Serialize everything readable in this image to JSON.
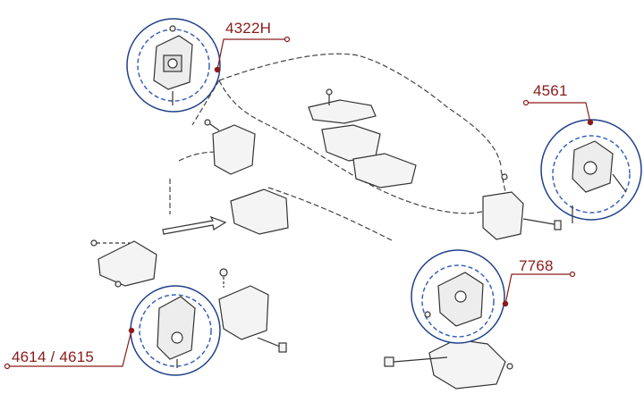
{
  "diagram": {
    "accent_color": "#8b1a1a",
    "circle_color": "#1f3f8a",
    "part_labels": {
      "top_left": "4322H",
      "right": "4561",
      "bottom_right": "7768",
      "bottom_left": "4614 / 4615"
    }
  }
}
